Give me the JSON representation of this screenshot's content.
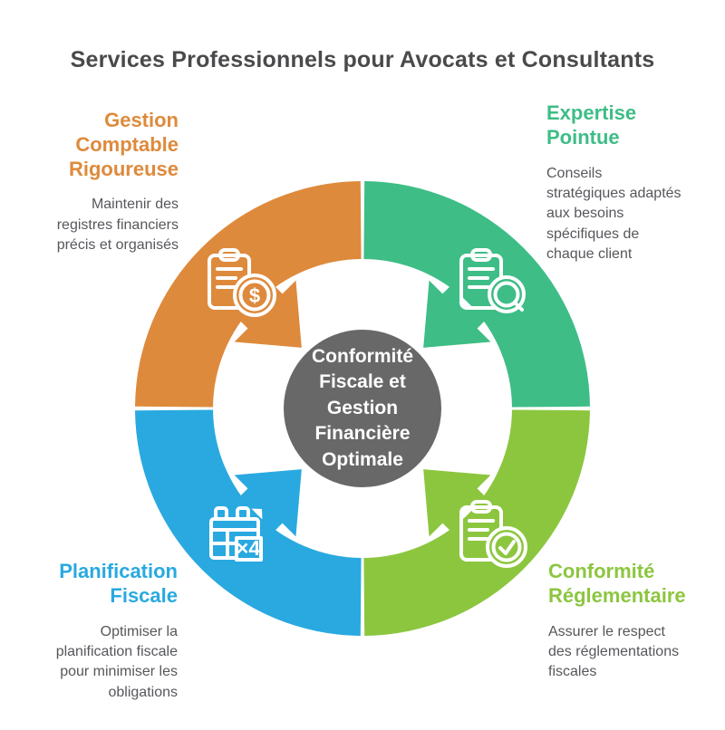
{
  "title": "Services Professionnels pour Avocats et Consultants",
  "text_colors": {
    "title": "#4A4A4C",
    "body": "#56575B"
  },
  "center": {
    "lines": [
      "Conformité",
      "Fiscale et",
      "Gestion",
      "Financière",
      "Optimale"
    ],
    "color": "#696868"
  },
  "sections": {
    "top_left": {
      "heading_lines": [
        "Gestion",
        "Comptable",
        "Rigoureuse"
      ],
      "body_lines": [
        "Maintenir des",
        "registres financiers",
        "précis et organisés"
      ],
      "color": "#DE8A3C",
      "icon": "clipboard-dollar-icon",
      "badge_label": "$"
    },
    "top_right": {
      "heading_lines": [
        "Expertise",
        "Pointue"
      ],
      "body_lines": [
        "Conseils",
        "stratégiques adaptés",
        "aux besoins",
        "spécifiques de",
        "chaque client"
      ],
      "color": "#3EBD86",
      "icon": "clipboard-search-icon"
    },
    "bottom_left": {
      "heading_lines": [
        "Planification",
        "Fiscale"
      ],
      "body_lines": [
        "Optimiser la",
        "planification fiscale",
        "pour minimiser les",
        "obligations"
      ],
      "color": "#29A9E0",
      "icon": "calendar-x4-icon",
      "badge_label": "×4"
    },
    "bottom_right": {
      "heading_lines": [
        "Conformité",
        "Réglementaire"
      ],
      "body_lines": [
        "Assurer le respect",
        "des réglementations",
        "fiscales"
      ],
      "color": "#8CC63F",
      "icon": "clipboard-check-icon"
    }
  }
}
